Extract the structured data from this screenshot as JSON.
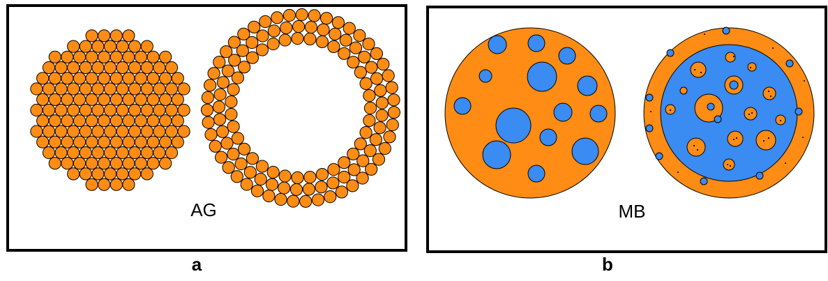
{
  "panels": [
    {
      "caption": "a",
      "label": "AG"
    },
    {
      "caption": "b",
      "label": "MB"
    }
  ],
  "colors": {
    "particle_fill": "#ff8c14",
    "pore_fill": "#3a8bf2",
    "outline": "#000000",
    "border": "#000000"
  }
}
